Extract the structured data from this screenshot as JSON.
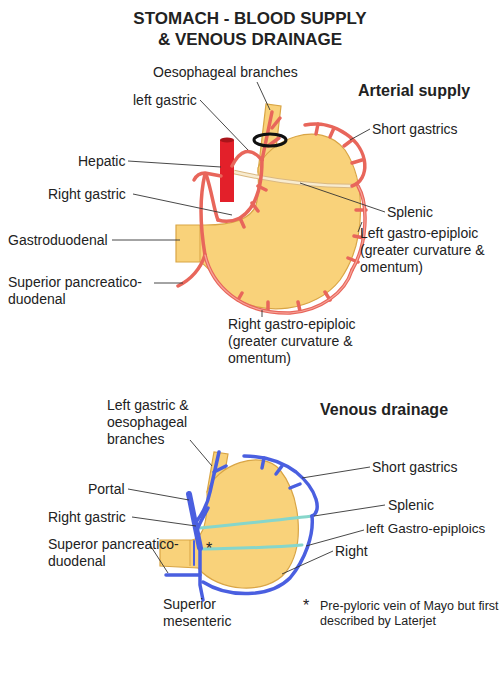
{
  "diagram": {
    "title": "STOMACH - BLOOD SUPPLY & VENOUS DRAINAGE",
    "labels": [
      "Oesophageal branches",
      "Arterial supply",
      "left gastric",
      "Short gastrics",
      "Hepatic",
      "Splenic",
      "Right gastric",
      "Left gastro-epiploic (greater curvature & omentum)",
      "Gastroduodenal",
      "Superior pancreatico-duodenal",
      "Right gastro-epiploic (greater curvature & omentum)",
      "Venous drainage",
      "Left gastric & oesophageal branches",
      "Short gastrics",
      "Portal",
      "Splenic",
      "Right gastric",
      "left Gastro-epiploics",
      "Superor pancreatico-duodenal",
      "Right",
      "*",
      "Superior mesenteric",
      "*",
      "Pre-pyloric vein of Mayo but first described by Laterjet"
    ]
  }
}
